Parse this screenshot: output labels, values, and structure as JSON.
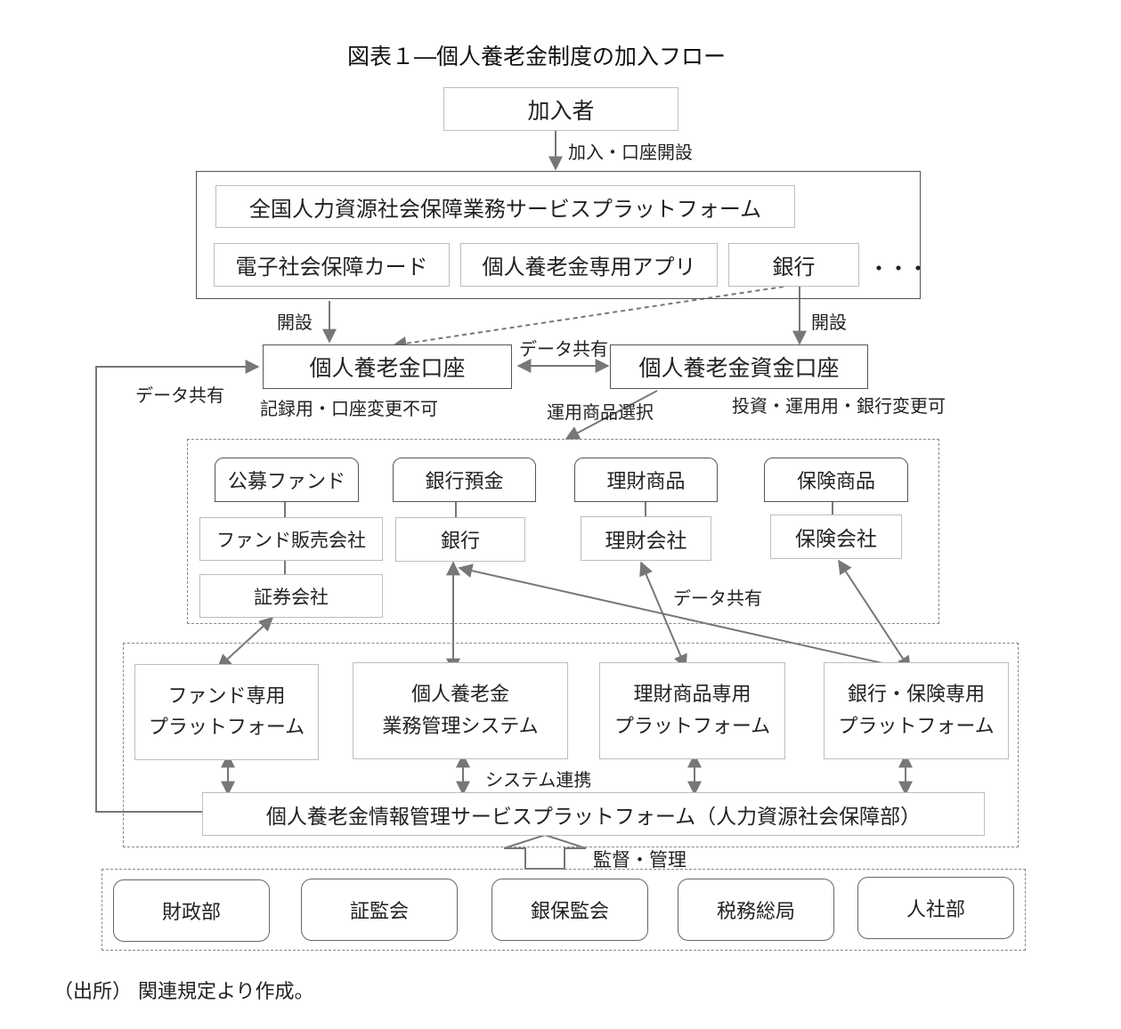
{
  "title": "図表１―個人養老金制度の加入フロー",
  "source_note": "（出所） 関連規定より作成。",
  "nodes": {
    "subscriber": "加入者",
    "national_platform": "全国人力資源社会保障業務サービスプラットフォーム",
    "e_card": "電子社会保障カード",
    "app": "個人養老金専用アプリ",
    "bank_channel": "銀行",
    "ellipsis": "・・・",
    "pension_account": "個人養老金口座",
    "fund_account": "個人養老金資金口座",
    "public_fund": "公募ファンド",
    "bank_deposit": "銀行預金",
    "wealth_product": "理財商品",
    "insurance_product": "保険商品",
    "fund_sales_co": "ファンド販売会社",
    "bank": "銀行",
    "wealth_co": "理財会社",
    "insurance_co": "保険会社",
    "securities_co": "証券会社",
    "fund_platform": [
      "ファンド専用",
      "プラットフォーム"
    ],
    "business_system": [
      "個人養老金",
      "業務管理システム"
    ],
    "wealth_platform": [
      "理財商品専用",
      "プラットフォーム"
    ],
    "bank_ins_platform": [
      "銀行・保険専用",
      "プラットフォーム"
    ],
    "info_platform": "個人養老金情報管理サービスプラットフォーム（人力資源社会保障部）",
    "regulators": [
      "財政部",
      "証監会",
      "銀保監会",
      "税務総局",
      "人社部"
    ]
  },
  "labels": {
    "join_open": "加入・口座開設",
    "open_left": "開設",
    "open_right": "開設",
    "data_share_mid": "データ共有",
    "data_share_left": "データ共有",
    "data_share_products": "データ共有",
    "record_only": "記録用・口座変更不可",
    "invest_bank_change": "投資・運用用・銀行変更可",
    "product_select": "運用商品選択",
    "system_link": "システム連携",
    "supervise": "監督・管理"
  }
}
